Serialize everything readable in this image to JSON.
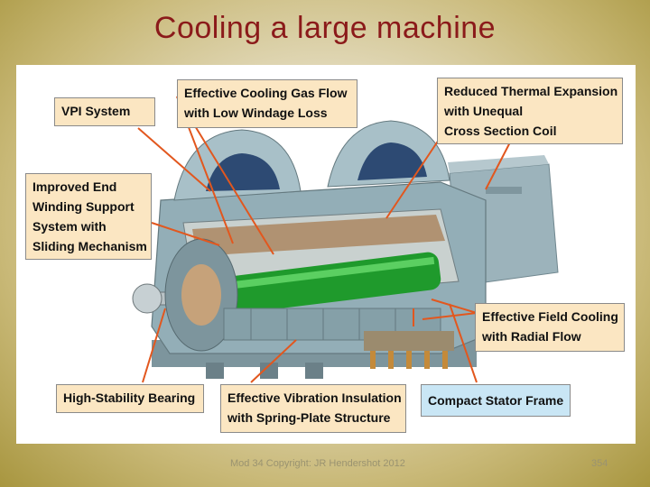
{
  "slide": {
    "title": "Cooling a large machine",
    "footer_text": "Mod 34 Copyright: JR Hendershot 2012",
    "page_number": "354"
  },
  "figure": {
    "callouts": {
      "vpi_system": [
        "VPI System"
      ],
      "cooling_gas_flow": [
        "Effective Cooling Gas Flow",
        "with Low Windage Loss"
      ],
      "thermal_expansion": [
        "Reduced Thermal Expansion",
        "with Unequal",
        "Cross Section Coil"
      ],
      "end_winding": [
        "Improved End",
        "Winding Support",
        "System with",
        "Sliding Mechanism"
      ],
      "field_cooling": [
        "Effective Field Cooling",
        "with Radial Flow"
      ],
      "bearing": [
        "High-Stability Bearing"
      ],
      "vibration": [
        "Effective Vibration Insulation",
        "with Spring-Plate Structure"
      ],
      "stator_frame": [
        "Compact Stator Frame"
      ]
    },
    "colors": {
      "callout_fill": "#fbe6c2",
      "callout_blue_fill": "#c9e6f5",
      "leader_line": "#e2571e",
      "rotor": "#1f9a2c",
      "machine_body": "#8fa9b2"
    }
  }
}
